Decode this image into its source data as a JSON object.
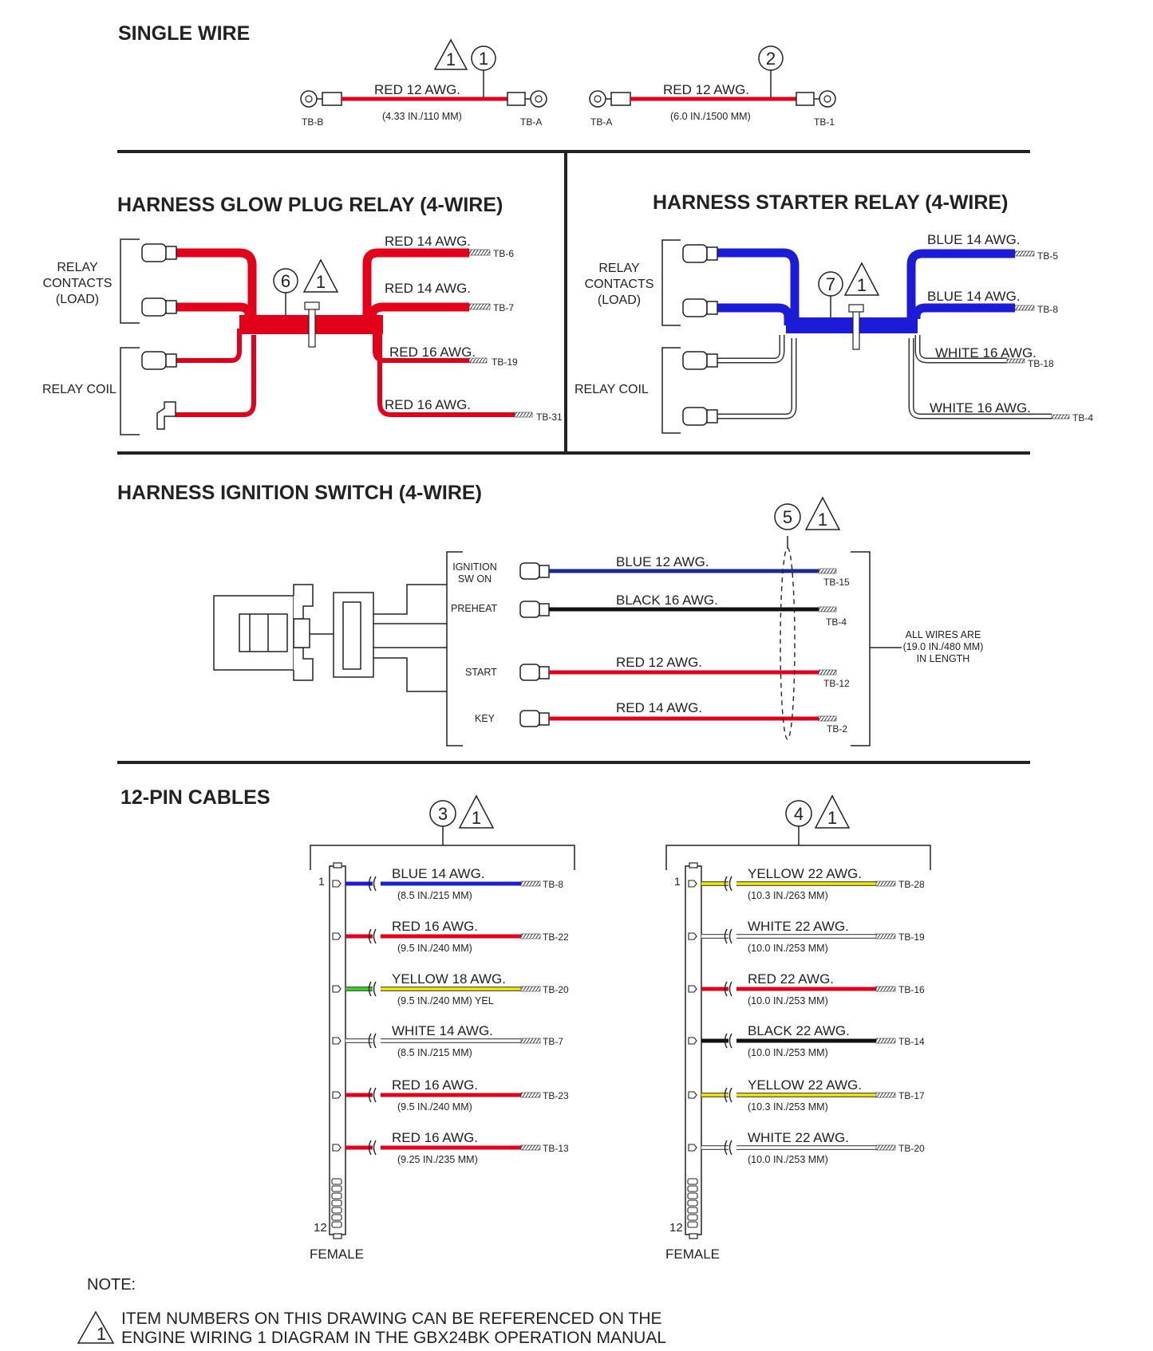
{
  "sections": {
    "single_wire": "SINGLE WIRE",
    "glow_plug": "HARNESS GLOW PLUG RELAY (4-WIRE)",
    "starter": "HARNESS STARTER RELAY (4-WIRE)",
    "ignition": "HARNESS IGNITION SWITCH (4-WIRE)",
    "pin_cables": "12-PIN CABLES"
  },
  "colors": {
    "red": "#e3001b",
    "blue": "#1c1cd8",
    "navy": "#1f2a8c",
    "black": "#111111",
    "yellow": "#f2ea00",
    "green": "#35d61e",
    "white": "#ffffff",
    "line": "#222222"
  },
  "single_wire": [
    {
      "item": "1",
      "flag": "1",
      "label": "RED 12 AWG.",
      "length": "(4.33 IN./110 MM)",
      "left_end": "TB-B",
      "right_end": "TB-A"
    },
    {
      "item": "2",
      "label": "RED 12 AWG.",
      "length": "(6.0 IN./1500 MM)",
      "left_end": "TB-A",
      "right_end": "TB-1"
    }
  ],
  "glow_plug": {
    "item": "6",
    "flag": "1",
    "contacts_label": [
      "RELAY",
      "CONTACTS",
      "(LOAD)"
    ],
    "coil_label": "RELAY COIL",
    "wires": [
      {
        "label": "RED 14 AWG.",
        "tb": "TB-6"
      },
      {
        "label": "RED 14 AWG.",
        "tb": "TB-7"
      },
      {
        "label": "RED 16 AWG.",
        "tb": "TB-19"
      },
      {
        "label": "RED 16 AWG.",
        "tb": "TB-31"
      }
    ]
  },
  "starter": {
    "item": "7",
    "flag": "1",
    "contacts_label": [
      "RELAY",
      "CONTACTS",
      "(LOAD)"
    ],
    "coil_label": "RELAY COIL",
    "wires": [
      {
        "label": "BLUE 14 AWG.",
        "tb": "TB-5"
      },
      {
        "label": "BLUE 14 AWG.",
        "tb": "TB-8"
      },
      {
        "label": "WHITE 16 AWG.",
        "tb": "TB-18"
      },
      {
        "label": "WHITE 16 AWG.",
        "tb": "TB-4"
      }
    ]
  },
  "ignition": {
    "item": "5",
    "flag": "1",
    "note": [
      "ALL WIRES ARE",
      "(19.0 IN./480 MM)",
      "IN LENGTH"
    ],
    "wires": [
      {
        "name": [
          "IGNITION",
          "SW ON"
        ],
        "label": "BLUE 12 AWG.",
        "tb": "TB-15",
        "color": "navy"
      },
      {
        "name": [
          "PREHEAT"
        ],
        "label": "BLACK 16 AWG.",
        "tb": "TB-4",
        "color": "black"
      },
      {
        "name": [
          "START"
        ],
        "label": "RED 12 AWG.",
        "tb": "TB-12",
        "color": "red"
      },
      {
        "name": [
          "KEY"
        ],
        "label": "RED 14 AWG.",
        "tb": "TB-2",
        "color": "red"
      }
    ]
  },
  "cables": [
    {
      "item": "3",
      "flag": "1",
      "pin_first": "1",
      "pin_last": "12",
      "connector": "FEMALE",
      "wires": [
        {
          "label": "BLUE 14 AWG.",
          "length": "(8.5 IN./215 MM)",
          "tb": "TB-8",
          "color": "blue",
          "color2": "blue"
        },
        {
          "label": "RED 16 AWG.",
          "length": "(9.5 IN./240 MM)",
          "tb": "TB-22",
          "color": "red",
          "color2": "red"
        },
        {
          "label": "YELLOW 18 AWG.",
          "length": "(9.5 IN./240 MM) YEL",
          "tb": "TB-20",
          "color": "green",
          "color2": "yellow"
        },
        {
          "label": "WHITE 14 AWG.",
          "length": "(8.5 IN./215 MM)",
          "tb": "TB-7",
          "color": "white",
          "color2": "white"
        },
        {
          "label": "RED 16 AWG.",
          "length": "(9.5 IN./240 MM)",
          "tb": "TB-23",
          "color": "red",
          "color2": "red"
        },
        {
          "label": "RED 16 AWG.",
          "length": "(9.25 IN./235 MM)",
          "tb": "TB-13",
          "color": "red",
          "color2": "red"
        }
      ]
    },
    {
      "item": "4",
      "flag": "1",
      "pin_first": "1",
      "pin_last": "12",
      "connector": "FEMALE",
      "wires": [
        {
          "label": "YELLOW 22 AWG.",
          "length": "(10.3 IN./263 MM)",
          "tb": "TB-28",
          "color": "yellow",
          "color2": "yellow"
        },
        {
          "label": "WHITE 22 AWG.",
          "length": "(10.0 IN./253 MM)",
          "tb": "TB-19",
          "color": "white",
          "color2": "white"
        },
        {
          "label": "RED 22 AWG.",
          "length": "(10.0 IN./253 MM)",
          "tb": "TB-16",
          "color": "red",
          "color2": "red"
        },
        {
          "label": "BLACK 22 AWG.",
          "length": "(10.0 IN./253 MM)",
          "tb": "TB-14",
          "color": "black",
          "color2": "black"
        },
        {
          "label": "YELLOW 22 AWG.",
          "length": "(10.3 IN./253 MM)",
          "tb": "TB-17",
          "color": "yellow",
          "color2": "yellow"
        },
        {
          "label": "WHITE 22 AWG.",
          "length": "(10.0 IN./253 MM)",
          "tb": "TB-20",
          "color": "white",
          "color2": "white"
        }
      ]
    }
  ],
  "note": {
    "heading": "NOTE:",
    "flag": "1",
    "lines": [
      "ITEM NUMBERS ON THIS DRAWING CAN BE REFERENCED ON THE",
      "ENGINE WIRING 1 DIAGRAM IN THE GBX24BK OPERATION MANUAL"
    ]
  }
}
